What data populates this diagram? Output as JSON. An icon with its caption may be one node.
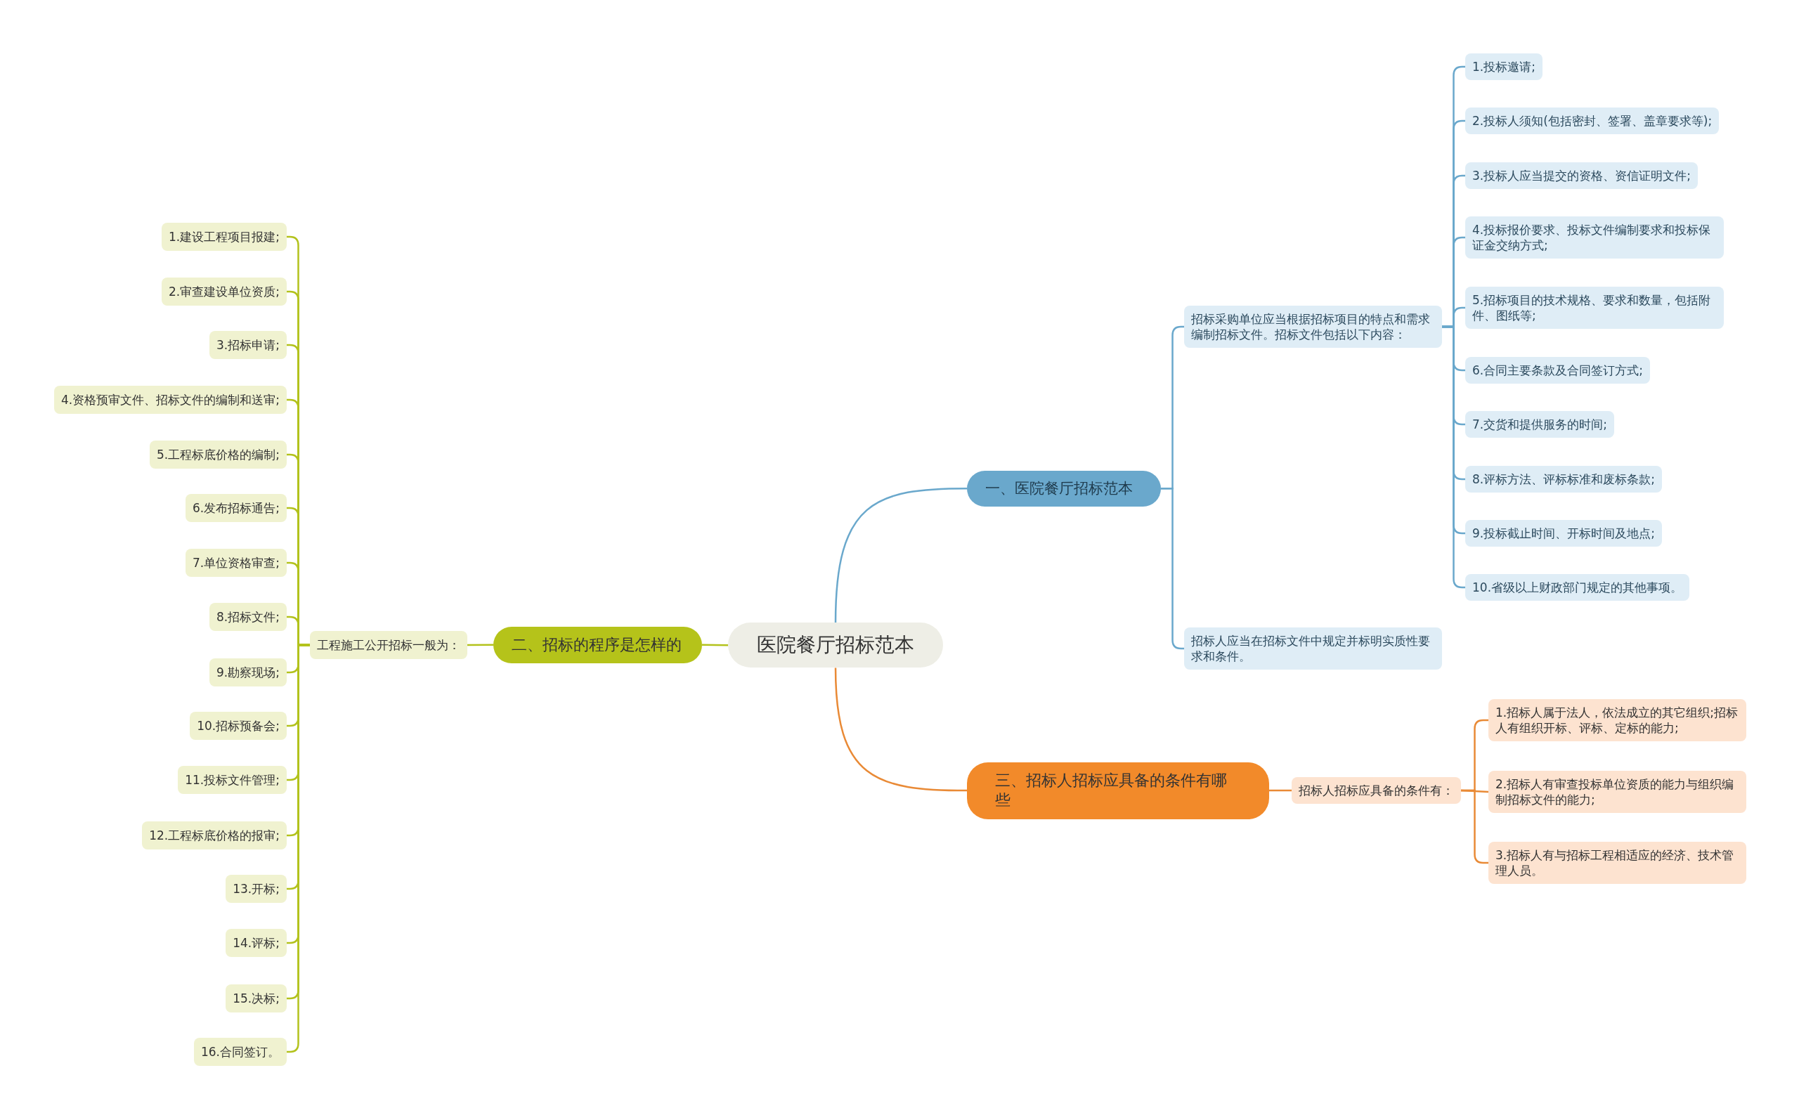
{
  "diagram": {
    "nodes": [
      {
        "text": [
          "医院餐厅招标范本"
        ]
      },
      {
        "text": [
          "一、医院餐厅招标范本"
        ]
      },
      {
        "text": [
          "招标采购单位应当根据招标项目的特点和需求编制招标文件。招标文件包括以下内容："
        ]
      },
      {
        "text": [
          "1.投标邀请;"
        ]
      },
      {
        "text": [
          "2.投标人须知(包括密封、签署、盖章要求等);"
        ]
      },
      {
        "text": [
          "3.投标人应当提交的资格、资信证明文件;"
        ]
      },
      {
        "text": [
          "4.投标报价要求、投标文件编制要求和投标保证金交纳方式;"
        ]
      },
      {
        "text": [
          "5.招标项目的技术规格、要求和数量，包括附件、图纸等;"
        ]
      },
      {
        "text": [
          "6.合同主要条款及合同签订方式;"
        ]
      },
      {
        "text": [
          "7.交货和提供服务的时间;"
        ]
      },
      {
        "text": [
          "8.评标方法、评标标准和废标条款;"
        ]
      },
      {
        "text": [
          "9.投标截止时间、开标时间及地点;"
        ]
      },
      {
        "text": [
          "10.省级以上财政部门规定的其他事项。"
        ]
      },
      {
        "text": [
          "招标人应当在招标文件中规定并标明实质性要求和条件。"
        ]
      },
      {
        "text": [
          "二、招标的程序是怎样的"
        ]
      },
      {
        "text": [
          "工程施工公开招标一般为："
        ]
      },
      {
        "text": [
          "1.建设工程项目报建;"
        ]
      },
      {
        "text": [
          "2.审查建设单位资质;"
        ]
      },
      {
        "text": [
          "3.招标申请;"
        ]
      },
      {
        "text": [
          "4.资格预审文件、招标文件的编制和送审;"
        ]
      },
      {
        "text": [
          "5.工程标底价格的编制;"
        ]
      },
      {
        "text": [
          "6.发布招标通告;"
        ]
      },
      {
        "text": [
          "7.单位资格审查;"
        ]
      },
      {
        "text": [
          "8.招标文件;"
        ]
      },
      {
        "text": [
          "9.勘察现场;"
        ]
      },
      {
        "text": [
          "10.招标预备会;"
        ]
      },
      {
        "text": [
          "11.投标文件管理;"
        ]
      },
      {
        "text": [
          "12.工程标底价格的报审;"
        ]
      },
      {
        "text": [
          "13.开标;"
        ]
      },
      {
        "text": [
          "14.评标;"
        ]
      },
      {
        "text": [
          "15.决标;"
        ]
      },
      {
        "text": [
          "16.合同签订。"
        ]
      },
      {
        "text": [
          "三、招标人招标应具备的条件有哪些"
        ]
      },
      {
        "text": [
          "招标人招标应具备的条件有："
        ]
      },
      {
        "text": [
          "1.招标人属于法人，依法成立的其它组织;招标人有组织开标、评标、定标的能力;"
        ]
      },
      {
        "text": [
          "2.招标人有审查投标单位资质的能力与组织编制招标文件的能力;"
        ]
      },
      {
        "text": [
          "3.招标人有与招标工程相适应的经济、技术管理人员。"
        ]
      }
    ],
    "edges": [
      {
        "from": 0,
        "to": 1,
        "arrow": "none",
        "color": "#6aa8cc"
      },
      {
        "from": 1,
        "to": 2,
        "arrow": "none",
        "color": "#6aa8cc"
      },
      {
        "from": 2,
        "to": 3,
        "arrow": "none",
        "color": "#6aa8cc"
      },
      {
        "from": 2,
        "to": 4,
        "arrow": "none",
        "color": "#6aa8cc"
      },
      {
        "from": 2,
        "to": 5,
        "arrow": "none",
        "color": "#6aa8cc"
      },
      {
        "from": 2,
        "to": 6,
        "arrow": "none",
        "color": "#6aa8cc"
      },
      {
        "from": 2,
        "to": 7,
        "arrow": "none",
        "color": "#6aa8cc"
      },
      {
        "from": 2,
        "to": 8,
        "arrow": "none",
        "color": "#6aa8cc"
      },
      {
        "from": 2,
        "to": 9,
        "arrow": "none",
        "color": "#6aa8cc"
      },
      {
        "from": 2,
        "to": 10,
        "arrow": "none",
        "color": "#6aa8cc"
      },
      {
        "from": 2,
        "to": 11,
        "arrow": "none",
        "color": "#6aa8cc"
      },
      {
        "from": 2,
        "to": 12,
        "arrow": "none",
        "color": "#6aa8cc"
      },
      {
        "from": 1,
        "to": 13,
        "arrow": "none",
        "color": "#6aa8cc"
      },
      {
        "from": 0,
        "to": 14,
        "arrow": "none",
        "color": "#b3c21c"
      },
      {
        "from": 14,
        "to": 15,
        "arrow": "none",
        "color": "#b3c21c"
      },
      {
        "from": 15,
        "to": 16,
        "arrow": "none",
        "color": "#b3c21c"
      },
      {
        "from": 15,
        "to": 17,
        "arrow": "none",
        "color": "#b3c21c"
      },
      {
        "from": 15,
        "to": 18,
        "arrow": "none",
        "color": "#b3c21c"
      },
      {
        "from": 15,
        "to": 19,
        "arrow": "none",
        "color": "#b3c21c"
      },
      {
        "from": 15,
        "to": 20,
        "arrow": "none",
        "color": "#b3c21c"
      },
      {
        "from": 15,
        "to": 21,
        "arrow": "none",
        "color": "#b3c21c"
      },
      {
        "from": 15,
        "to": 22,
        "arrow": "none",
        "color": "#b3c21c"
      },
      {
        "from": 15,
        "to": 23,
        "arrow": "none",
        "color": "#b3c21c"
      },
      {
        "from": 15,
        "to": 24,
        "arrow": "none",
        "color": "#b3c21c"
      },
      {
        "from": 15,
        "to": 25,
        "arrow": "none",
        "color": "#b3c21c"
      },
      {
        "from": 15,
        "to": 26,
        "arrow": "none",
        "color": "#b3c21c"
      },
      {
        "from": 15,
        "to": 27,
        "arrow": "none",
        "color": "#b3c21c"
      },
      {
        "from": 15,
        "to": 28,
        "arrow": "none",
        "color": "#b3c21c"
      },
      {
        "from": 15,
        "to": 29,
        "arrow": "none",
        "color": "#b3c21c"
      },
      {
        "from": 15,
        "to": 30,
        "arrow": "none",
        "color": "#b3c21c"
      },
      {
        "from": 15,
        "to": 31,
        "arrow": "none",
        "color": "#b3c21c"
      },
      {
        "from": 0,
        "to": 32,
        "arrow": "none",
        "color": "#e98a36"
      },
      {
        "from": 32,
        "to": 33,
        "arrow": "none",
        "color": "#e98a36"
      },
      {
        "from": 33,
        "to": 34,
        "arrow": "none",
        "color": "#e98a36"
      },
      {
        "from": 33,
        "to": 35,
        "arrow": "none",
        "color": "#e98a36"
      },
      {
        "from": 33,
        "to": 36,
        "arrow": "none",
        "color": "#e98a36"
      }
    ]
  }
}
